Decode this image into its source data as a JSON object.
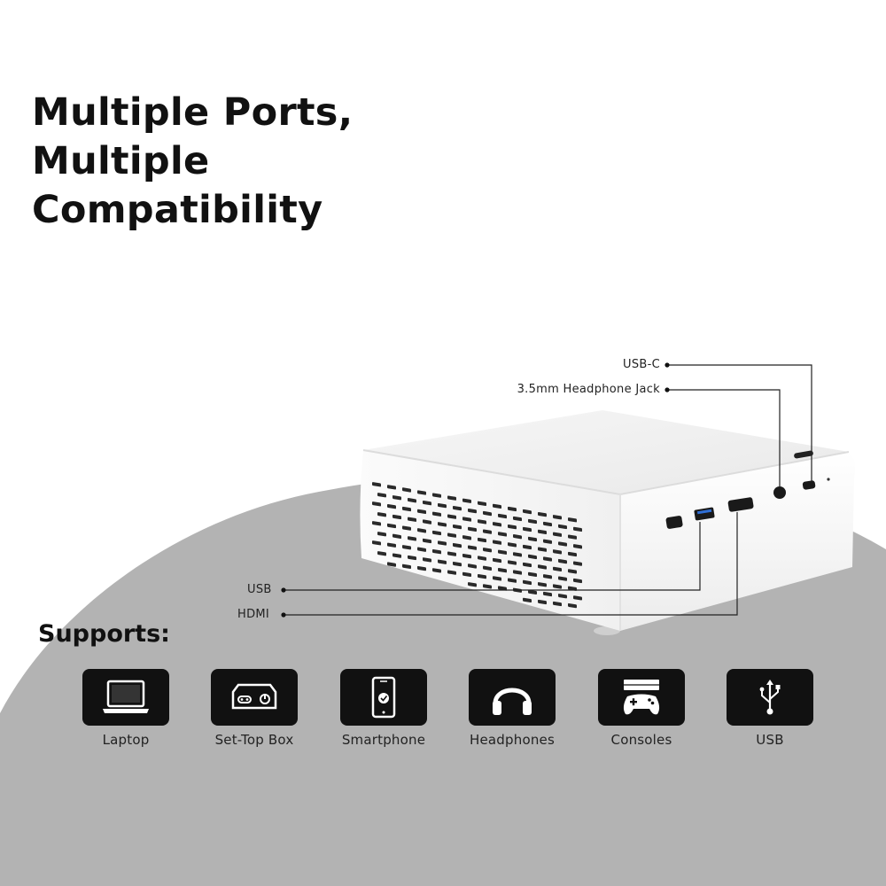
{
  "headline": {
    "line1": "Multiple Ports,",
    "line2": "Multiple",
    "line3": "Compatibility"
  },
  "callouts": {
    "usb_c": "USB-C",
    "headphone_jack": "3.5mm Headphone Jack",
    "usb": "USB",
    "hdmi": "HDMI"
  },
  "supports_title": "Supports:",
  "devices": [
    {
      "label": "Laptop",
      "icon": "laptop-icon"
    },
    {
      "label": "Set-Top Box",
      "icon": "set-top-box-icon"
    },
    {
      "label": "Smartphone",
      "icon": "smartphone-icon"
    },
    {
      "label": "Headphones",
      "icon": "headphones-icon"
    },
    {
      "label": "Consoles",
      "icon": "gamepad-icon"
    },
    {
      "label": "USB",
      "icon": "usb-icon"
    }
  ],
  "colors": {
    "background": "#ffffff",
    "grey_backdrop": "#b3b3b3",
    "tile": "#111111",
    "text": "#111111"
  }
}
